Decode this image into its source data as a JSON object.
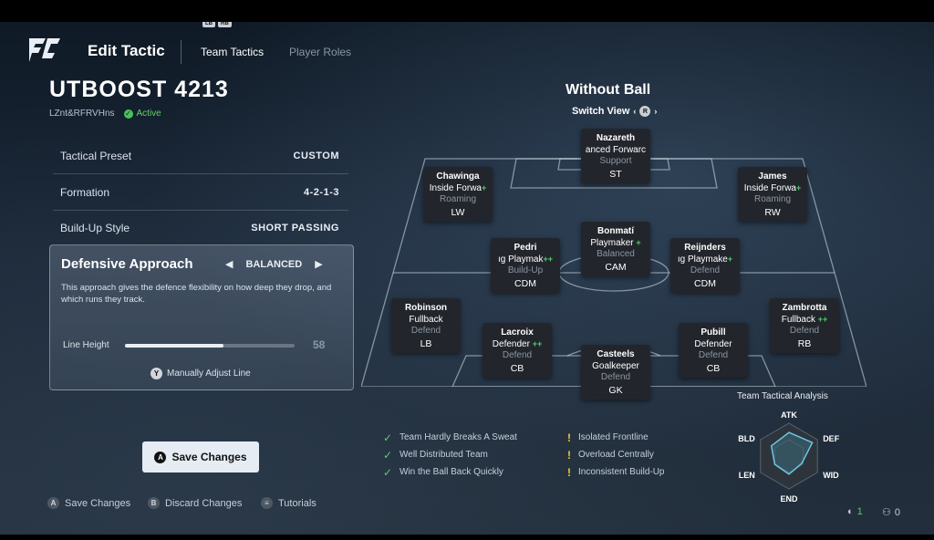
{
  "header": {
    "title": "Edit Tactic",
    "tabs": [
      {
        "label": "Team Tactics",
        "active": true
      },
      {
        "label": "Player Roles",
        "active": false
      }
    ],
    "shoulder_buttons": [
      "LB",
      "RB"
    ]
  },
  "tactic": {
    "name": "UTBOOST 4213",
    "code": "LZnt&RFRVHns",
    "status": "Active"
  },
  "settings": [
    {
      "label": "Tactical Preset",
      "value": "CUSTOM"
    },
    {
      "label": "Formation",
      "value": "4-2-1-3"
    },
    {
      "label": "Build-Up Style",
      "value": "SHORT PASSING"
    }
  ],
  "defensive": {
    "title": "Defensive Approach",
    "value": "BALANCED",
    "description": "This approach gives the defence flexibility on how deep they drop, and which runs they track.",
    "line_height_label": "Line Height",
    "line_height_value": "58",
    "line_height_level": 0.58,
    "manual_button": "Y",
    "manual_label": "Manually Adjust Line"
  },
  "save": {
    "button": "A",
    "label": "Save Changes"
  },
  "footer": [
    {
      "button": "A",
      "label": "Save Changes"
    },
    {
      "button": "B",
      "label": "Discard Changes"
    },
    {
      "button": "≡",
      "label": "Tutorials"
    }
  ],
  "pitch": {
    "title": "Without Ball",
    "switch_view": "Switch View",
    "switch_button": "R",
    "players": [
      {
        "name": "Nazareth",
        "role": "anced Forwarc",
        "plus": "",
        "focus": "Support",
        "pos": "ST"
      },
      {
        "name": "Chawinga",
        "role": "Inside Forwa",
        "plus": "+",
        "focus": "Roaming",
        "pos": "LW"
      },
      {
        "name": "James",
        "role": "Inside Forwa",
        "plus": "+",
        "focus": "Roaming",
        "pos": "RW"
      },
      {
        "name": "Bonmatí",
        "role": "Playmaker",
        "plus": "+",
        "focus": "Balanced",
        "pos": "CAM"
      },
      {
        "name": "Pedri",
        "role": "ıg Playmak",
        "plus": "++",
        "focus": "Build-Up",
        "pos": "CDM"
      },
      {
        "name": "Reijnders",
        "role": "ıg Playmake",
        "plus": "+",
        "focus": "Defend",
        "pos": "CDM"
      },
      {
        "name": "Robinson",
        "role": "Fullback",
        "plus": "",
        "focus": "Defend",
        "pos": "LB"
      },
      {
        "name": "Zambrotta",
        "role": "Fullback",
        "plus": "++",
        "focus": "Defend",
        "pos": "RB"
      },
      {
        "name": "Lacroix",
        "role": "Defender",
        "plus": "++",
        "focus": "Defend",
        "pos": "CB"
      },
      {
        "name": "Pubill",
        "role": "Defender",
        "plus": "",
        "focus": "Defend",
        "pos": "CB"
      },
      {
        "name": "Casteels",
        "role": "Goalkeeper",
        "plus": "",
        "focus": "Defend",
        "pos": "GK"
      }
    ]
  },
  "analysis": {
    "strengths": [
      "Team Hardly Breaks A Sweat",
      "Well Distributed Team",
      "Win the Ball Back Quickly"
    ],
    "weaknesses": [
      "Isolated Frontline",
      "Overload Centrally",
      "Inconsistent Build-Up"
    ],
    "title": "Team Tactical Analysis",
    "radar_labels": [
      "ATK",
      "DEF",
      "WID",
      "END",
      "LEN",
      "BLD"
    ],
    "radar_values": [
      0.72,
      0.82,
      0.45,
      0.55,
      0.5,
      0.62
    ]
  },
  "status_bar": {
    "left_value": "1",
    "right_value": "0"
  },
  "colors": {
    "accent_green": "#4fd165",
    "warning": "#f3c53a",
    "card_bg": "#22262c"
  }
}
